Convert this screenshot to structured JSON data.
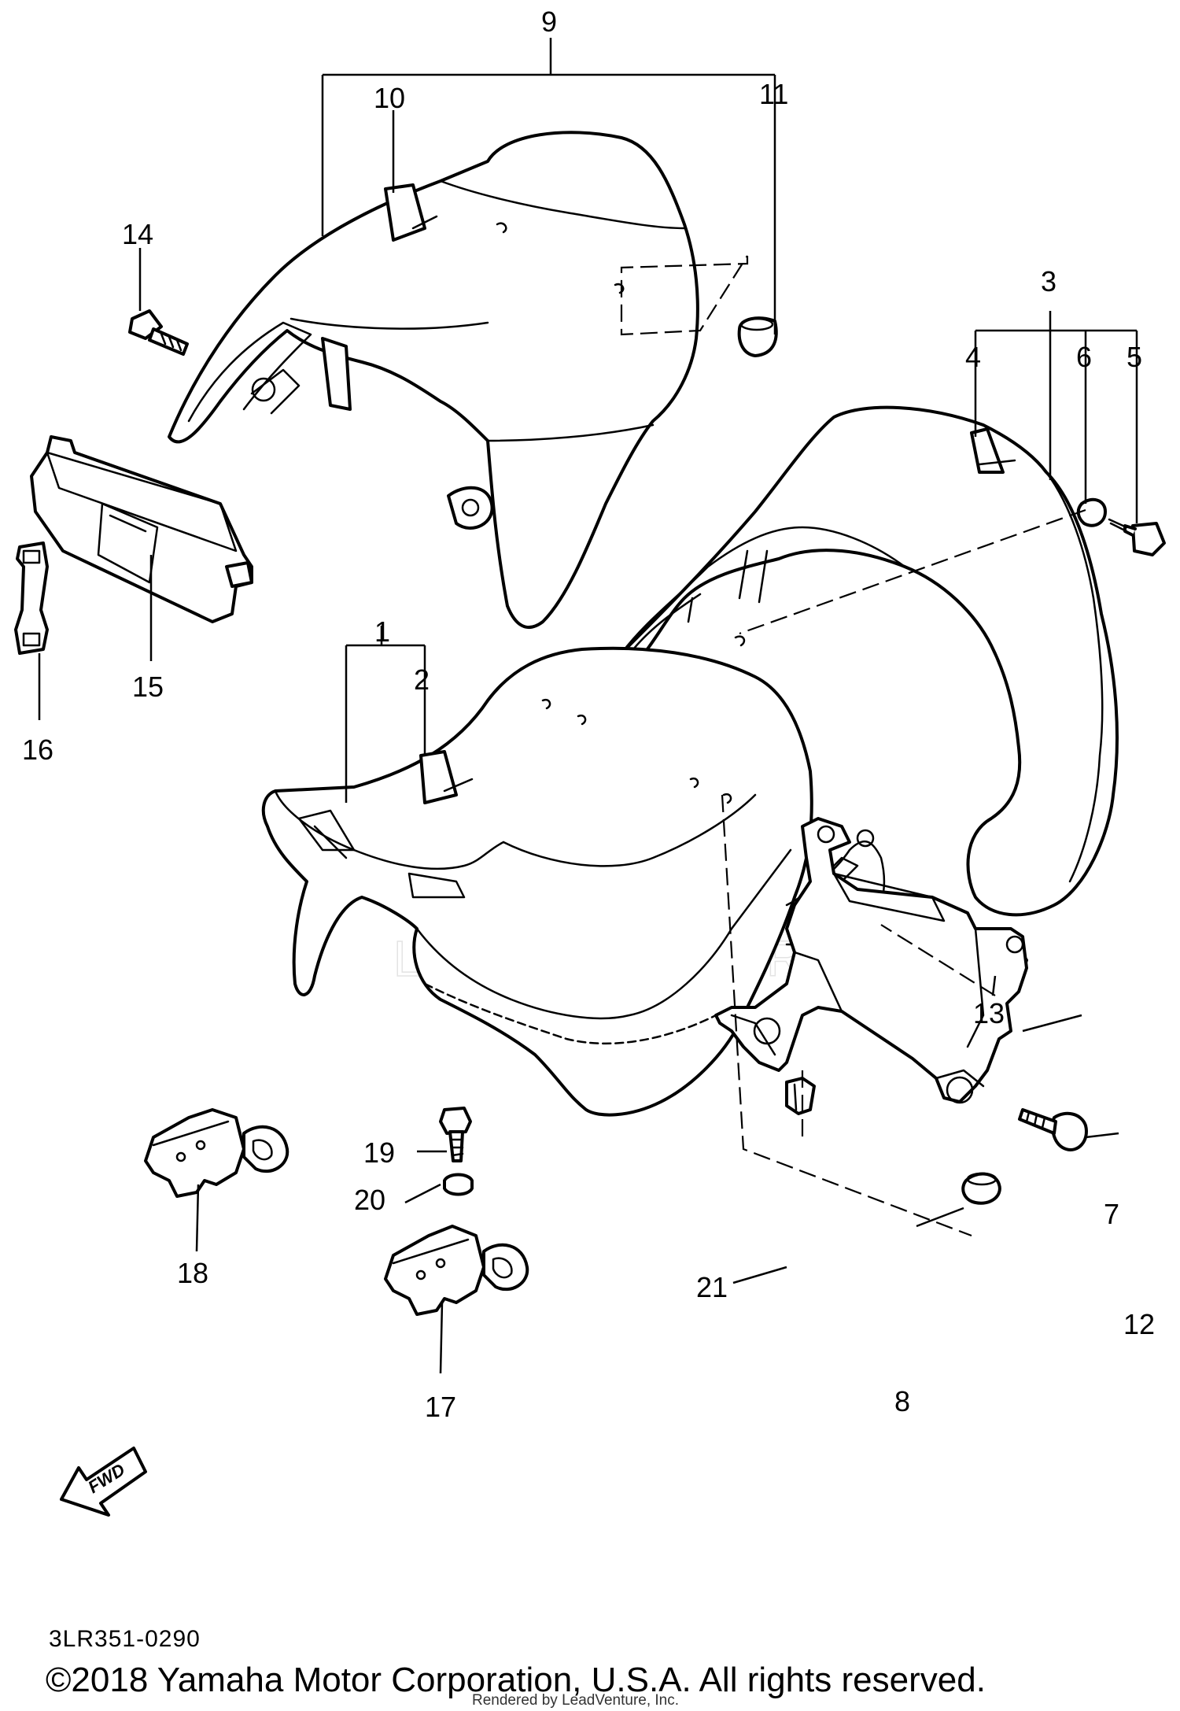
{
  "diagram": {
    "callouts": [
      "9",
      "10",
      "11",
      "14",
      "3",
      "4",
      "6",
      "5",
      "15",
      "16",
      "1",
      "2",
      "13",
      "19",
      "20",
      "18",
      "7",
      "21",
      "12",
      "17",
      "8"
    ],
    "fwd_label": "FWD",
    "watermark": "LEADVENTURE"
  },
  "footer": {
    "part_code": "3LR351-0290",
    "copyright": "©2018 Yamaha Motor Corporation, U.S.A. All rights reserved.",
    "rendered_by": "Rendered by LeadVenture, Inc."
  }
}
